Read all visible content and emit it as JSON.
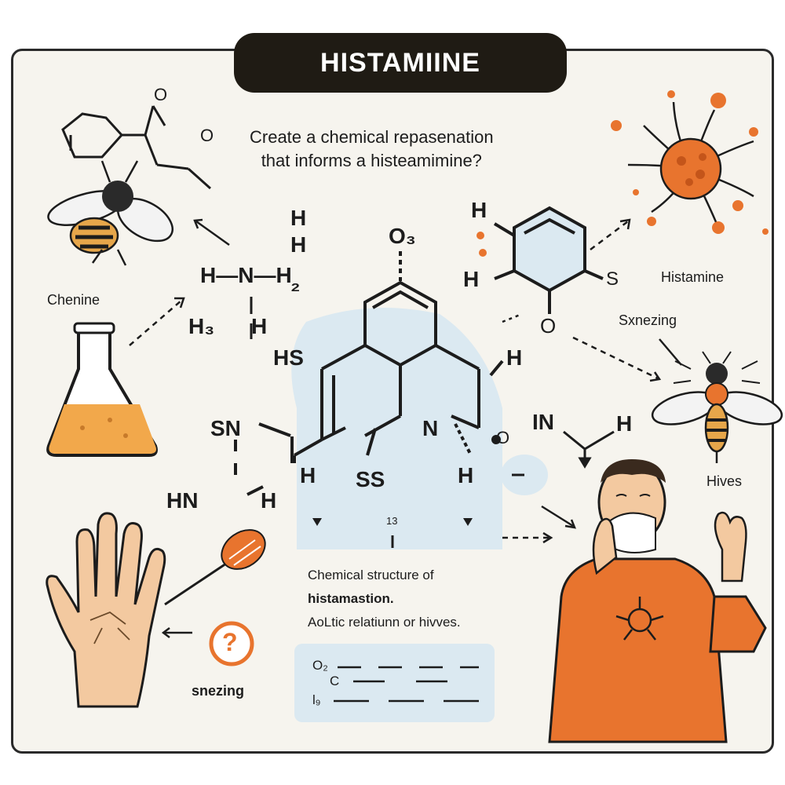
{
  "title": "HISTAMIINE",
  "question": {
    "line1": "Create a chemical repasenation",
    "line2": "that informs a histeamimine?"
  },
  "labels": {
    "chenine": "Chenine",
    "histamine": "Histamine",
    "sneezing_right": "Sxnezing",
    "hives": "Hives",
    "sneezing_bottom": "snezing",
    "question_mark": "?"
  },
  "structure_caption": {
    "line1": "Chemical structure of",
    "line2": "histamastion.",
    "line3": "AoLtic relatiunn or hivves."
  },
  "center_small_number": "13",
  "legend_rows": [
    {
      "symbol": "O₂"
    },
    {
      "symbol": "C"
    },
    {
      "symbol": "l₉"
    }
  ],
  "atoms": {
    "top_o": "O",
    "left_o": "O",
    "h1": "H",
    "h2": "H",
    "hn_group": "H—N—H",
    "h2_sub": "₂",
    "h3_group": "H₃",
    "oh_h": "H",
    "o3": "O₃",
    "hs_left": "HS",
    "h_right1": "H",
    "n_center": "N",
    "o_center": "O",
    "h_center": "H",
    "sn_left": "SN",
    "hn_left": "HN",
    "h_left_lower": "H",
    "h_below_sn": "H",
    "ss_bottom": "SS",
    "ring_h1": "H",
    "ring_h2": "H",
    "ring_s": "S",
    "ring_o": "O",
    "in_group": "IN",
    "in_h": "H"
  },
  "colors": {
    "accent_orange": "#e8742e",
    "dark": "#1f1b14",
    "panel": "#f6f4ee",
    "blue_highlight": "#dbe9f1",
    "skin": "#f3c9a0"
  }
}
